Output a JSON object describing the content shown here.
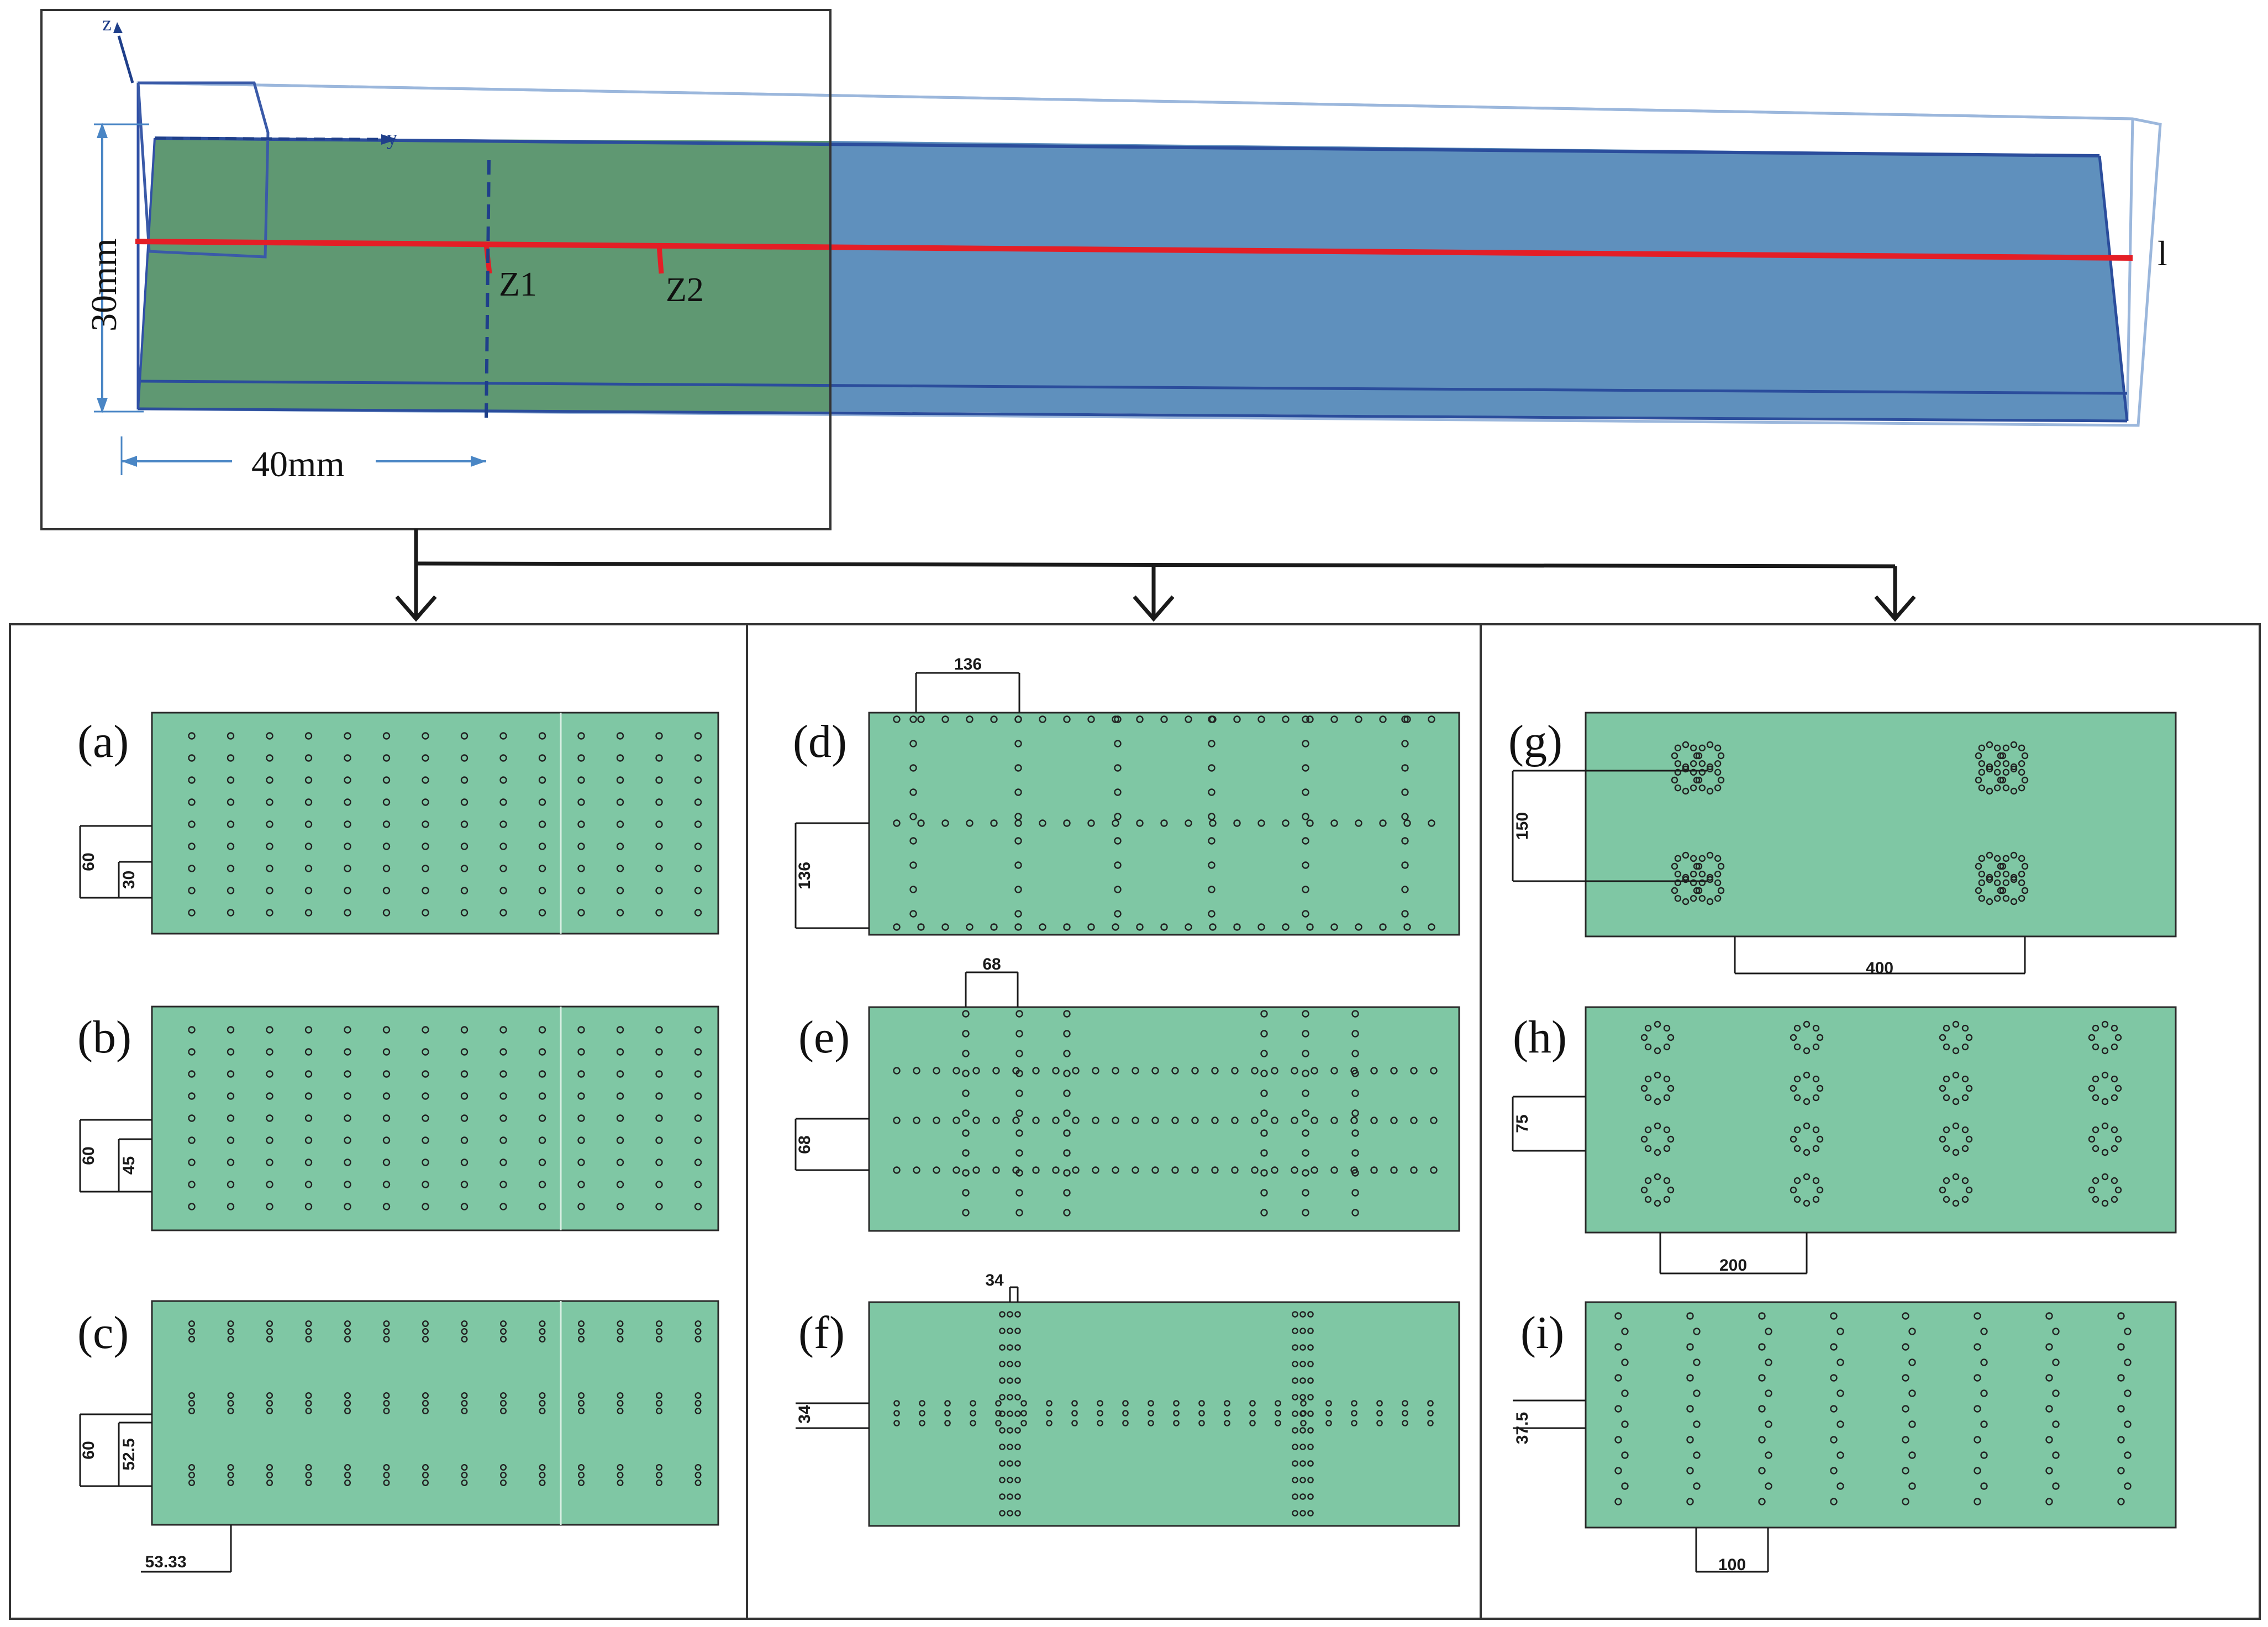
{
  "colors": {
    "plate_green": "#7fc7a4",
    "model_green": "#5e9670",
    "model_blue": "#5f8fbb",
    "slice_red": "#e41e26",
    "dash_blue": "#1f3f8a",
    "hole_stroke": "#222222",
    "frame": "#333333"
  },
  "model": {
    "height_label": "30mm",
    "length_label": "40mm",
    "z1_label": "Z1",
    "z2_label": "Z2",
    "line_label": "l",
    "axis_z": "z",
    "axis_y": "y"
  },
  "panels": [
    {
      "tag": "(a)",
      "dims": [
        "60",
        "30"
      ]
    },
    {
      "tag": "(b)",
      "dims": [
        "60",
        "45"
      ]
    },
    {
      "tag": "(c)",
      "dims": [
        "60",
        "52.5",
        "53.33"
      ]
    },
    {
      "tag": "(d)",
      "dims": [
        "136",
        "136"
      ]
    },
    {
      "tag": "(e)",
      "dims": [
        "68",
        "68"
      ]
    },
    {
      "tag": "(f)",
      "dims": [
        "34",
        "34"
      ]
    },
    {
      "tag": "(g)",
      "dims": [
        "150",
        "400"
      ]
    },
    {
      "tag": "(h)",
      "dims": [
        "75",
        "200"
      ]
    },
    {
      "tag": "(i)",
      "dims": [
        "37.5",
        "100"
      ]
    }
  ]
}
